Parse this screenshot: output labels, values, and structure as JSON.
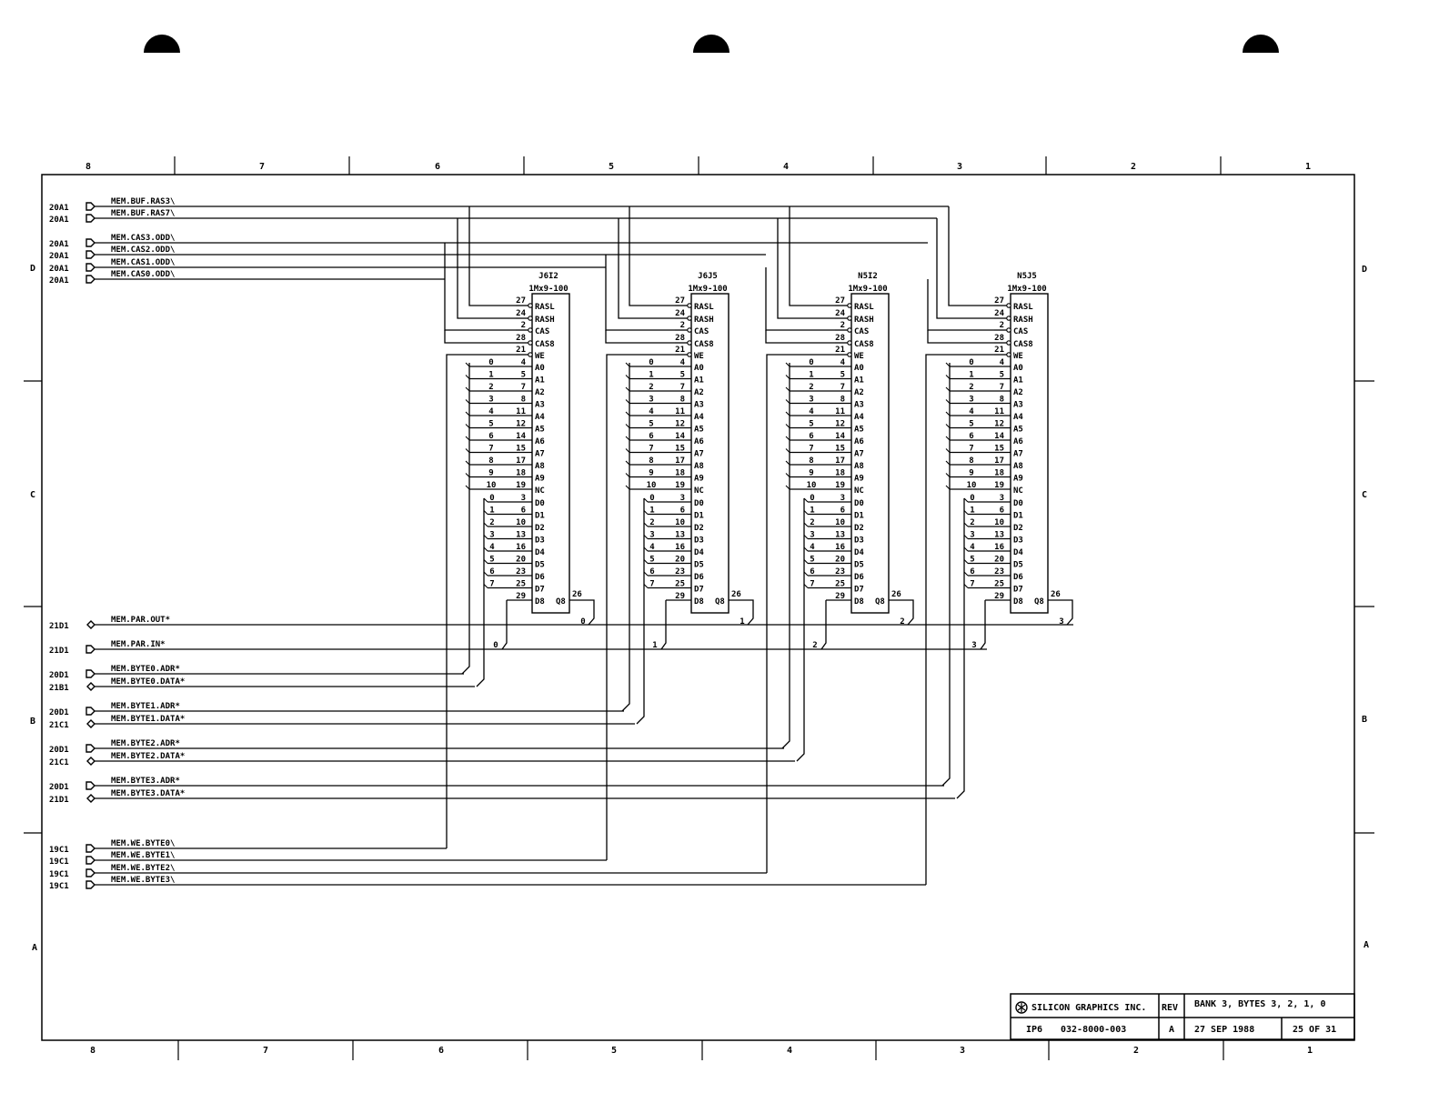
{
  "border": {
    "columns_top": [
      "8",
      "7",
      "6",
      "5",
      "4",
      "3",
      "2",
      "1"
    ],
    "columns_bottom": [
      "8",
      "7",
      "6",
      "5",
      "4",
      "3",
      "2",
      "1"
    ],
    "rows_left": [
      "D",
      "C",
      "B",
      "A"
    ],
    "rows_right": [
      "D",
      "C",
      "B",
      "A"
    ]
  },
  "signals": {
    "ras": [
      {
        "ref": "20A1",
        "name": "MEM.BUF.RAS3\\"
      },
      {
        "ref": "20A1",
        "name": "MEM.BUF.RAS7\\"
      }
    ],
    "cas": [
      {
        "ref": "20A1",
        "name": "MEM.CAS3.ODD\\"
      },
      {
        "ref": "20A1",
        "name": "MEM.CAS2.ODD\\"
      },
      {
        "ref": "20A1",
        "name": "MEM.CAS1.ODD\\"
      },
      {
        "ref": "20A1",
        "name": "MEM.CAS0.ODD\\"
      }
    ],
    "parity": [
      {
        "ref": "21D1",
        "name": "MEM.PAR.OUT*"
      },
      {
        "ref": "21D1",
        "name": "MEM.PAR.IN*"
      }
    ],
    "bytes": [
      {
        "ref": "20D1",
        "name": "MEM.BYTE0.ADR*"
      },
      {
        "ref": "21B1",
        "name": "MEM.BYTE0.DATA*"
      },
      {
        "ref": "20D1",
        "name": "MEM.BYTE1.ADR*"
      },
      {
        "ref": "21C1",
        "name": "MEM.BYTE1.DATA*"
      },
      {
        "ref": "20D1",
        "name": "MEM.BYTE2.ADR*"
      },
      {
        "ref": "21C1",
        "name": "MEM.BYTE2.DATA*"
      },
      {
        "ref": "20D1",
        "name": "MEM.BYTE3.ADR*"
      },
      {
        "ref": "21D1",
        "name": "MEM.BYTE3.DATA*"
      }
    ],
    "we": [
      {
        "ref": "19C1",
        "name": "MEM.WE.BYTE0\\"
      },
      {
        "ref": "19C1",
        "name": "MEM.WE.BYTE1\\"
      },
      {
        "ref": "19C1",
        "name": "MEM.WE.BYTE2\\"
      },
      {
        "ref": "19C1",
        "name": "MEM.WE.BYTE3\\"
      }
    ]
  },
  "chips": [
    {
      "ref": "J6I2",
      "part": "1Mx9-100",
      "index": "0"
    },
    {
      "ref": "J6J5",
      "part": "1Mx9-100",
      "index": "1"
    },
    {
      "ref": "N5I2",
      "part": "1Mx9-100",
      "index": "2"
    },
    {
      "ref": "N5J5",
      "part": "1Mx9-100",
      "index": "3"
    }
  ],
  "chip_pins": {
    "control": [
      {
        "num": "27",
        "name": "RASL"
      },
      {
        "num": "24",
        "name": "RASH"
      },
      {
        "num": "2",
        "name": "CAS"
      },
      {
        "num": "28",
        "name": "CAS8"
      },
      {
        "num": "21",
        "name": "WE"
      }
    ],
    "address": [
      {
        "bit": "0",
        "num": "4",
        "name": "A0"
      },
      {
        "bit": "1",
        "num": "5",
        "name": "A1"
      },
      {
        "bit": "2",
        "num": "7",
        "name": "A2"
      },
      {
        "bit": "3",
        "num": "8",
        "name": "A3"
      },
      {
        "bit": "4",
        "num": "11",
        "name": "A4"
      },
      {
        "bit": "5",
        "num": "12",
        "name": "A5"
      },
      {
        "bit": "6",
        "num": "14",
        "name": "A6"
      },
      {
        "bit": "7",
        "num": "15",
        "name": "A7"
      },
      {
        "bit": "8",
        "num": "17",
        "name": "A8"
      },
      {
        "bit": "9",
        "num": "18",
        "name": "A9"
      },
      {
        "bit": "10",
        "num": "19",
        "name": "NC"
      }
    ],
    "data": [
      {
        "bit": "0",
        "num": "3",
        "name": "D0"
      },
      {
        "bit": "1",
        "num": "6",
        "name": "D1"
      },
      {
        "bit": "2",
        "num": "10",
        "name": "D2"
      },
      {
        "bit": "3",
        "num": "13",
        "name": "D3"
      },
      {
        "bit": "4",
        "num": "16",
        "name": "D4"
      },
      {
        "bit": "5",
        "num": "20",
        "name": "D5"
      },
      {
        "bit": "6",
        "num": "23",
        "name": "D6"
      },
      {
        "bit": "7",
        "num": "25",
        "name": "D7"
      }
    ],
    "d8": {
      "num": "29",
      "name": "D8"
    },
    "q8": {
      "num": "26",
      "name": "Q8"
    }
  },
  "title_block": {
    "company": "SILICON GRAPHICS INC.",
    "rev_label": "REV",
    "title": "BANK 3, BYTES 3, 2, 1, 0",
    "project": "IP6",
    "doc_number": "032-8000-003",
    "rev": "A",
    "date": "27 SEP 1988",
    "sheet": "25 OF 31"
  }
}
